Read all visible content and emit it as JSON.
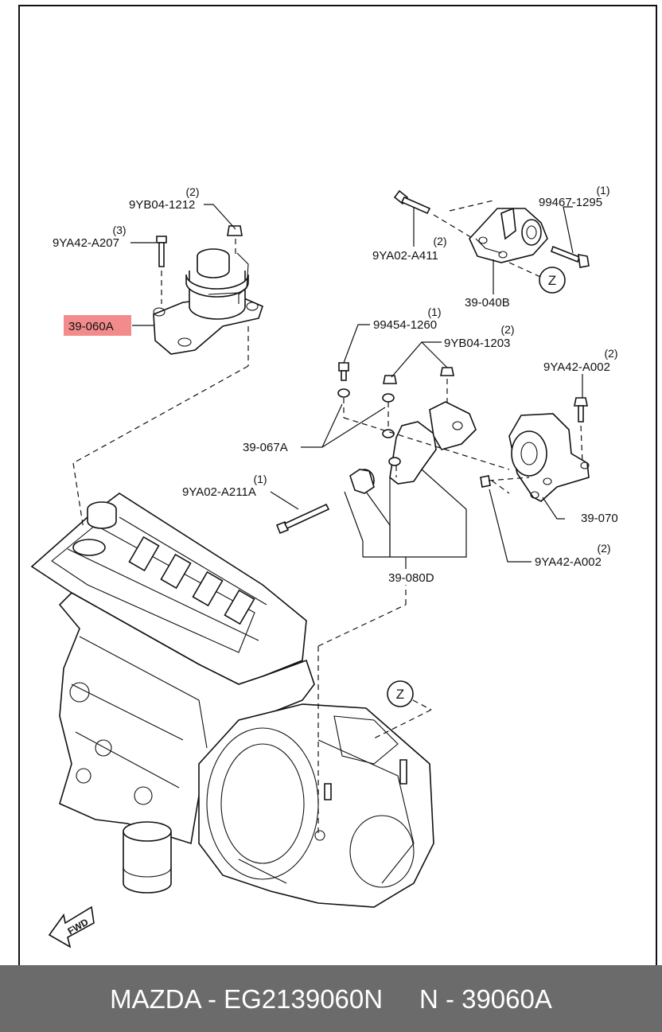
{
  "parts": {
    "p_9yb04_1212": {
      "number": "9YB04-1212",
      "qty": "(2)"
    },
    "p_9ya42_a207": {
      "number": "9YA42-A207",
      "qty": "(3)"
    },
    "p_39_060a": {
      "number": "39-060A"
    },
    "p_99467_1295": {
      "number": "99467-1295",
      "qty": "(1)"
    },
    "p_9ya02_a411": {
      "number": "9YA02-A411",
      "qty": "(2)"
    },
    "p_39_040b": {
      "number": "39-040B"
    },
    "p_99454_1260": {
      "number": "99454-1260",
      "qty": "(1)"
    },
    "p_9yb04_1203": {
      "number": "9YB04-1203",
      "qty": "(2)"
    },
    "p_9ya42_a002_top": {
      "number": "9YA42-A002",
      "qty": "(2)"
    },
    "p_39_067a": {
      "number": "39-067A"
    },
    "p_9ya02_a211a": {
      "number": "9YA02-A211A",
      "qty": "(1)"
    },
    "p_39_070": {
      "number": "39-070"
    },
    "p_9ya42_a002_bottom": {
      "number": "9YA42-A002",
      "qty": "(2)"
    },
    "p_39_080d": {
      "number": "39-080D"
    }
  },
  "markers": {
    "z_upper": "Z",
    "z_lower": "Z"
  },
  "fwd_label": "FWD",
  "highlight_color": "#f28b8b",
  "caption": "MAZDA - EG2139060N     N - 39060A"
}
